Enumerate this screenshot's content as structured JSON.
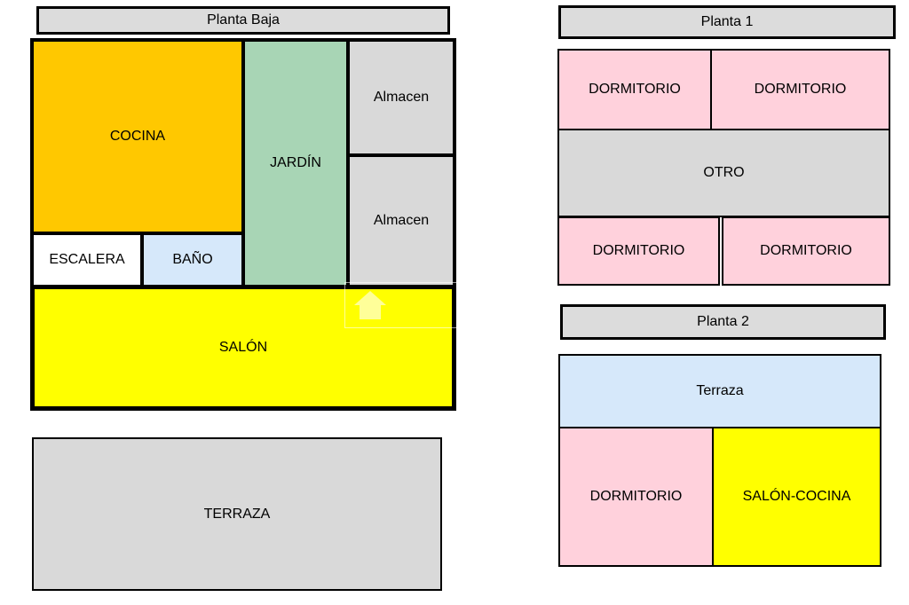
{
  "colors": {
    "grey": "#d9d9d9",
    "pink": "#ffd1dc",
    "orange": "#ffc800",
    "green": "#a8d5b5",
    "light_blue": "#d6e8fa",
    "yellow": "#ffff00",
    "white": "#ffffff"
  },
  "planta_baja": {
    "title": "Planta Baja",
    "rooms": {
      "cocina": "COCINA",
      "jardin": "JARDÍN",
      "almacen_1": "Almacen",
      "almacen_2": "Almacen",
      "escalera": "ESCALERA",
      "bano": "BAÑO",
      "salon": "SALÓN",
      "terraza": "TERRAZA"
    }
  },
  "planta_1": {
    "title": "Planta 1",
    "rooms": {
      "dormitorio_1": "DORMITORIO",
      "dormitorio_2": "DORMITORIO",
      "otro": "OTRO",
      "dormitorio_3": "DORMITORIO",
      "dormitorio_4": "DORMITORIO"
    }
  },
  "planta_2": {
    "title": "Planta 2",
    "rooms": {
      "terraza": "Terraza",
      "dormitorio": "DORMITORIO",
      "salon_cocina": "SALÓN-COCINA"
    }
  },
  "watermark": {
    "icon": "house-logo-icon"
  }
}
